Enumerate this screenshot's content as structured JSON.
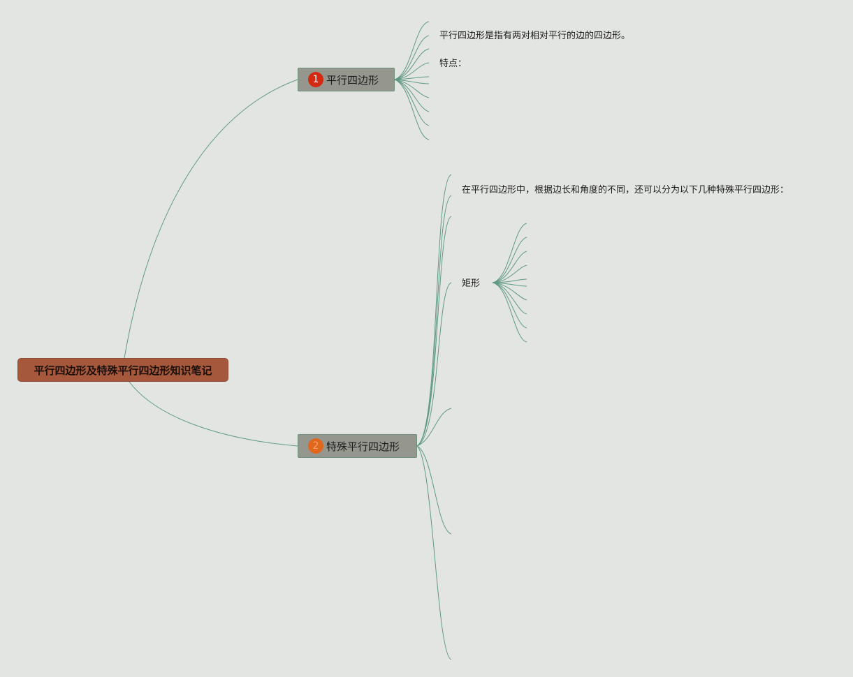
{
  "root": {
    "title": "平行四边形及特殊平行四边形知识笔记"
  },
  "topics": [
    {
      "marker": "1",
      "label": "平行四边形",
      "children": [
        {
          "text": "平行四边形是指有两对相对平行的边的四边形。"
        },
        {
          "text": "特点："
        }
      ]
    },
    {
      "marker": "2",
      "label": "特殊平行四边形",
      "children": [
        {
          "text": "在平行四边形中，根据边长和角度的不同，还可以分为以下几种特殊平行四边形："
        },
        {
          "text": "矩形"
        }
      ]
    }
  ],
  "colors": {
    "background": "#e3e5e2",
    "root_fill": "#a5583c",
    "topic_fill": "#95978f",
    "connector": "#5f9a83",
    "marker_1": "#d42a12",
    "marker_2": "#e0671c"
  }
}
